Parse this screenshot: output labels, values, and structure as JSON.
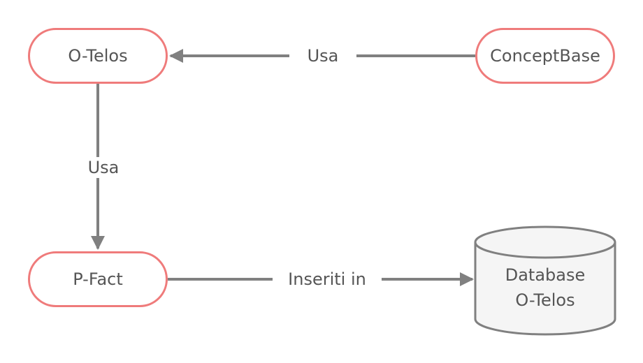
{
  "nodes": {
    "otelos": "O-Telos",
    "conceptbase": "ConceptBase",
    "pfact": "P-Fact",
    "database": {
      "line1": "Database",
      "line2": "O-Telos"
    }
  },
  "edges": {
    "conceptbase_to_otelos": "Usa",
    "otelos_to_pfact": "Usa",
    "pfact_to_database": "Inseriti in"
  },
  "colors": {
    "node_border": "#ef7b7b",
    "edge": "#808080",
    "text": "#555555",
    "database_fill": "#f5f5f5"
  }
}
